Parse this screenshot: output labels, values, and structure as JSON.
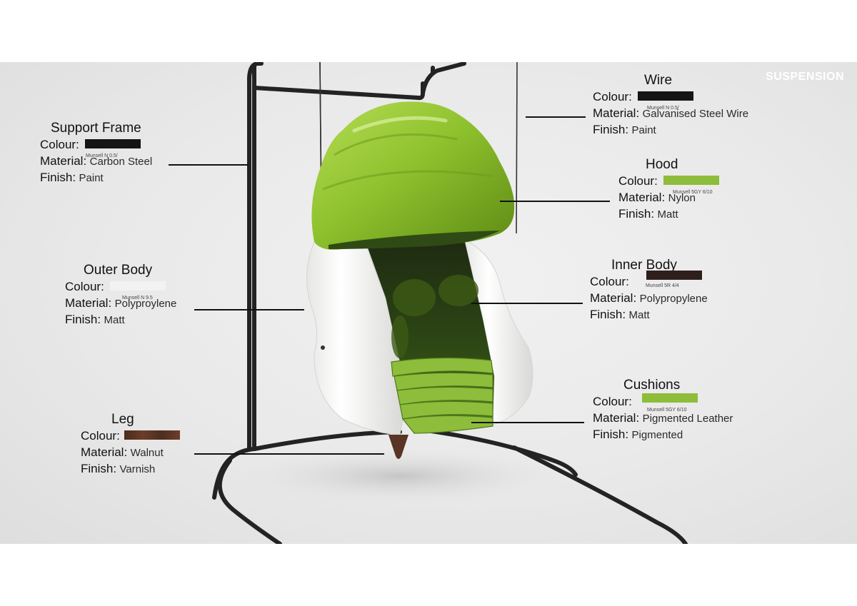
{
  "header": {
    "label": "SUSPENSION"
  },
  "keys": {
    "colour": "Colour:",
    "material": "Material:",
    "finish": "Finish:"
  },
  "callouts": {
    "support_frame": {
      "title": "Support Frame",
      "munsell": "Munsell N 0.5/",
      "swatch": "#151515",
      "material": "Carbon Steel",
      "finish": "Paint"
    },
    "wire": {
      "title": "Wire",
      "munsell": "Munsell N 0.5/",
      "swatch": "#151515",
      "material": "Galvanised Steel Wire",
      "finish": "Paint"
    },
    "hood": {
      "title": "Hood",
      "munsell": "Munsell 5GY 6/10",
      "swatch": "#8dbd3a",
      "material": "Nylon",
      "finish": "Matt"
    },
    "outer_body": {
      "title": "Outer Body",
      "munsell": "Munsell N 9.5",
      "swatch": "#f2f2f2",
      "material": "Polyproylene",
      "finish": "Matt"
    },
    "inner_body": {
      "title": "Inner Body",
      "munsell": "Munsell 5R 4/4",
      "swatch": "#2e1f1d",
      "material": "Polypropylene",
      "finish": "Matt"
    },
    "cushions": {
      "title": "Cushions",
      "munsell": "Munsell 5GY 6/10",
      "swatch": "#8dbd3a",
      "material": "Pigmented Leather",
      "finish": "Pigmented"
    },
    "leg": {
      "title": "Leg",
      "swatch": "#5a3424",
      "material": "Walnut",
      "finish": "Varnish"
    }
  },
  "colors": {
    "green": "#8dbd3a",
    "frame": "#232323",
    "white_shell": "#f4f4f2"
  }
}
